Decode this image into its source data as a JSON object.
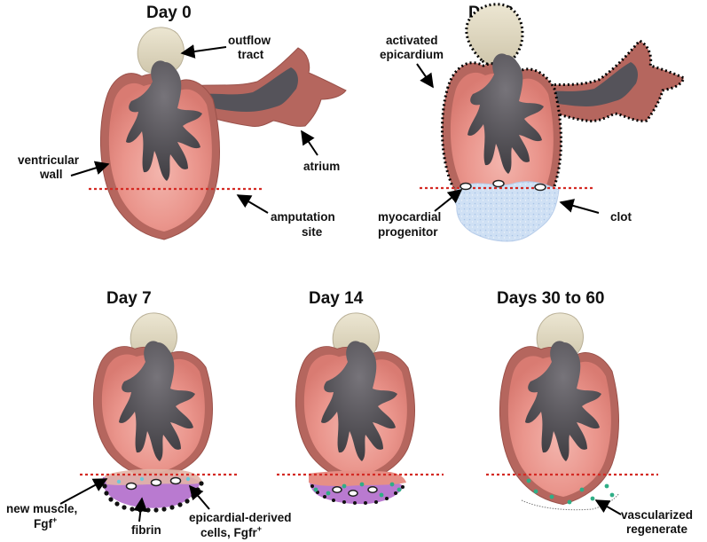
{
  "titles": {
    "day0": "Day 0",
    "day3": "Day 3",
    "day7": "Day 7",
    "day14": "Day 14",
    "day30_60": "Days 30 to 60"
  },
  "labels": {
    "outflow_tract_1": "outflow",
    "outflow_tract_2": "tract",
    "ventricular_wall_1": "ventricular",
    "ventricular_wall_2": "wall",
    "atrium": "atrium",
    "amputation_site_1": "amputation",
    "amputation_site_2": "site",
    "activated_epicardium_1": "activated",
    "activated_epicardium_2": "epicardium",
    "myocardial_progenitor_1": "myocardial",
    "myocardial_progenitor_2": "progenitor",
    "clot": "clot",
    "new_muscle_1": "new muscle,",
    "new_muscle_2": "Fgf",
    "new_muscle_sup": "+",
    "fibrin": "fibrin",
    "epicardial_derived_1": "epicardial-derived",
    "epicardial_derived_2": "cells, Fgfr",
    "epicardial_derived_sup": "+",
    "vascularized_1": "vascularized",
    "vascularized_2": "regenerate"
  },
  "colors": {
    "wall": "#b5665e",
    "myocardium": "#e68f86",
    "lumen": "#4c4a4e",
    "outflow": "#d8d0b8",
    "amputation_line": "#d42a24",
    "clot": "#c9dcf2",
    "fibrin": "#b97ad0",
    "epicardial_cells": "#e2b4a6",
    "vessels": "#2fae86"
  }
}
